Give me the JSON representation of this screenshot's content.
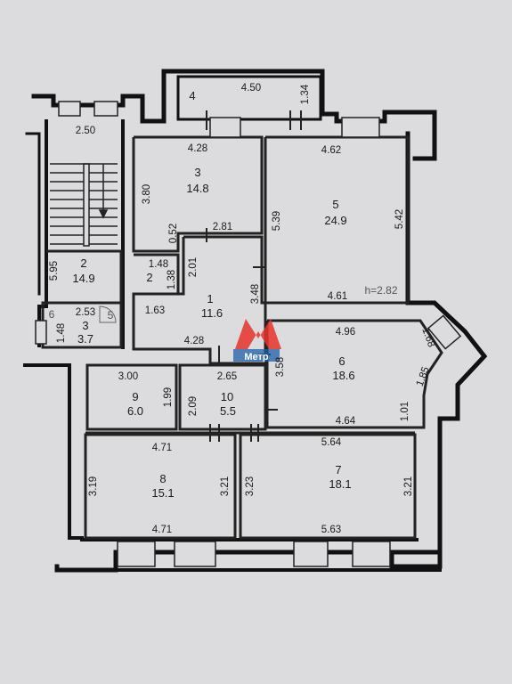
{
  "rooms": [
    {
      "no": "1",
      "area": "11.6"
    },
    {
      "no": "2",
      "area": "14.9"
    },
    {
      "no": "3",
      "area": "14.8"
    },
    {
      "no": "3",
      "area": "3.7"
    },
    {
      "no": "4",
      "area": ""
    },
    {
      "no": "5",
      "area": "24.9"
    },
    {
      "no": "6",
      "area": "18.6"
    },
    {
      "no": "7",
      "area": "18.1"
    },
    {
      "no": "8",
      "area": "15.1"
    },
    {
      "no": "9",
      "area": "6.0"
    },
    {
      "no": "10",
      "area": "5.5"
    },
    {
      "no": "2",
      "area": ""
    }
  ],
  "dimensions": {
    "balcony_width": "4.50",
    "balcony_depth": "1.34",
    "stair_width": "2.50",
    "r3_top": "4.28",
    "r3_left": "3.80",
    "r5_top": "4.62",
    "r5_left": "5.39",
    "r5_right": "5.42",
    "r5_bottom": "4.61",
    "ceiling_height": "h=2.82",
    "hall_a": "0.52",
    "hall_b": "2.81",
    "hall_c": "2.01",
    "hall_d": "1.38",
    "hall_e": "1.48",
    "hall_f": "1.63",
    "hall_g": "3.48",
    "hall_bottom": "4.28",
    "stair_left": "5.95",
    "stair_b": "2.53",
    "stair_c": "1.48",
    "r6_top": "4.96",
    "r6_diag": "1.68",
    "r6_left": "3.58",
    "r6_right": "1.85",
    "r6_right2": "1.01",
    "r6_bottom": "4.64",
    "r9_top": "3.00",
    "r9_right": "1.99",
    "r10_top": "2.65",
    "r10_left": "2.09",
    "r8_top": "4.71",
    "r8_left": "3.19",
    "r8_right": "3.21",
    "r8_bottom": "4.71",
    "r7_top": "5.64",
    "r7_left": "3.23",
    "r7_right": "3.21",
    "r7_bottom": "5.63",
    "mark_6": "6",
    "mark_5": "5"
  },
  "logo": {
    "text": "Метр"
  },
  "colors": {
    "wall": "#111111",
    "paper": "#dcdcdf",
    "logo_red": "#e8322c",
    "logo_blue": "#1d5fa8"
  }
}
